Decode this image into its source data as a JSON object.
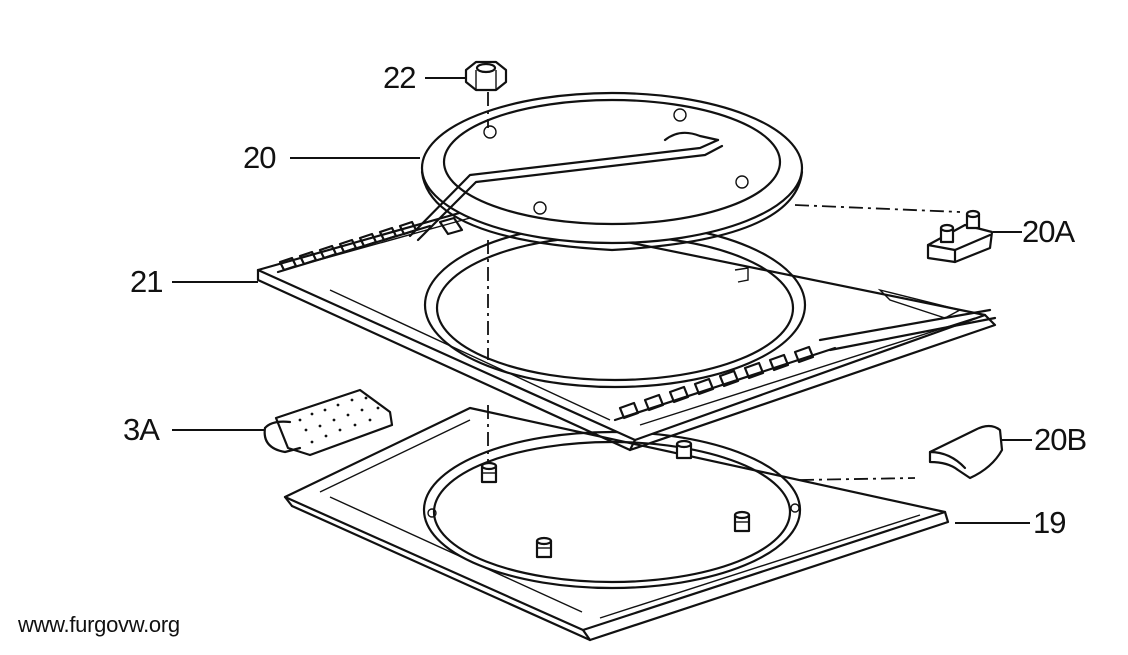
{
  "labels": {
    "p22": "22",
    "p20": "20",
    "p20a": "20A",
    "p21": "21",
    "p3a": "3A",
    "p20b": "20B",
    "p19": "19"
  },
  "watermark": "www.furgovw.org"
}
